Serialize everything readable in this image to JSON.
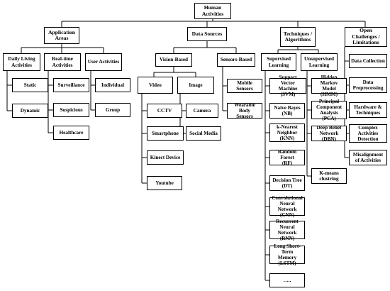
{
  "root": "Human\nActivities",
  "application_areas": {
    "title": "Application\nAreas",
    "daily_living": {
      "title": "Daily Living\nActivities",
      "items": [
        "Static",
        "Dynamic"
      ]
    },
    "realtime": {
      "title": "Real-time\nActivities",
      "items": [
        "Surveillance",
        "Suspicious",
        "Healthcare"
      ]
    },
    "user": {
      "title": "User Activities",
      "items": [
        "Individual",
        "Group"
      ]
    }
  },
  "data_sources": {
    "title": "Data Sources",
    "vision": {
      "title": "Vision-Based",
      "video": {
        "title": "Video",
        "items": [
          "CCTV",
          "Smartphone",
          "Kinect Device",
          "Youtube"
        ]
      },
      "image": {
        "title": "Image",
        "items": [
          "Camera",
          "Social Media"
        ]
      }
    },
    "sensors": {
      "title": "Sensors-Based",
      "items": [
        "Mobile Sensors",
        "Wearable Body\nSensors"
      ]
    }
  },
  "techniques": {
    "title": "Techniques /\nAlgorithms",
    "supervised": {
      "title": "Supervised\nLearning",
      "items": [
        "Support Vector\nMachine (SVM)",
        "Naive Bayes\n(NB)",
        "k-Nearest\nNeighbor\n(KNN)",
        "Random Forest\n(RF)",
        "Decision Tree\n(DT)",
        "Convolutional\nNeural\nNetwork (CNN)",
        "Recurrent\nNeural\nNetwork (RNN)",
        "Long Short-\nTerm Memory\n(LSTM)",
        "….."
      ]
    },
    "unsupervised": {
      "title": "Unsupervised\nLearning",
      "items": [
        "Hidden Markov\nModel (HMM)",
        "Principal\nComponent\nAnalysis (PCA)",
        "Deep Belief\nNetwork (DBN)",
        "K-means\nclustring"
      ]
    }
  },
  "challenges": {
    "title": "Open\nChallenges /\nLimitations",
    "items": [
      "Data Collection",
      "Data\nPreprocessing",
      "Hardware &\nTechniques",
      "Complex\nActivities\nDetection",
      "Misalignment\nof Activities"
    ]
  }
}
